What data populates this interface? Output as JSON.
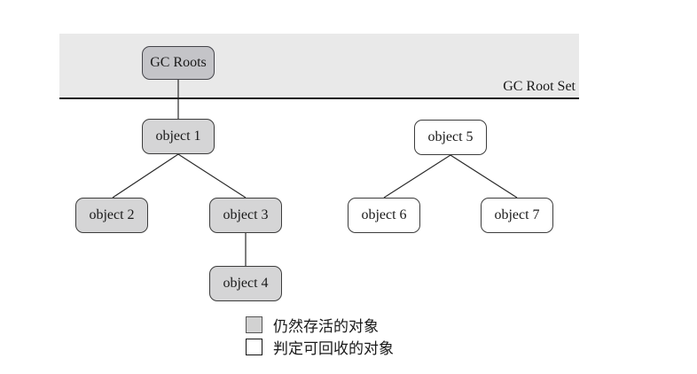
{
  "diagram": {
    "title": "GC Roots reachability diagram",
    "root_band": {
      "label": "GC Root Set",
      "background": "#e9e9e9",
      "line_color": "#1a1a1a"
    },
    "nodes": {
      "gc_roots": {
        "label": "GC Roots",
        "state": "root",
        "fill": "#c4c4c8"
      },
      "object1": {
        "label": "object 1",
        "state": "alive",
        "fill": "#d5d5d6"
      },
      "object2": {
        "label": "object 2",
        "state": "alive",
        "fill": "#d5d5d6"
      },
      "object3": {
        "label": "object 3",
        "state": "alive",
        "fill": "#d5d5d6"
      },
      "object4": {
        "label": "object 4",
        "state": "alive",
        "fill": "#d5d5d6"
      },
      "object5": {
        "label": "object 5",
        "state": "recyclable",
        "fill": "#ffffff"
      },
      "object6": {
        "label": "object 6",
        "state": "recyclable",
        "fill": "#ffffff"
      },
      "object7": {
        "label": "object 7",
        "state": "recyclable",
        "fill": "#ffffff"
      }
    },
    "edges": [
      [
        "gc_roots",
        "object1"
      ],
      [
        "object1",
        "object2"
      ],
      [
        "object1",
        "object3"
      ],
      [
        "object3",
        "object4"
      ],
      [
        "object5",
        "object6"
      ],
      [
        "object5",
        "object7"
      ]
    ],
    "legend": [
      {
        "key": "alive",
        "label": "仍然存活的对象",
        "swatch_color": "#d2d2d2"
      },
      {
        "key": "recyclable",
        "label": "判定可回收的对象",
        "swatch_color": "#ffffff"
      }
    ]
  }
}
